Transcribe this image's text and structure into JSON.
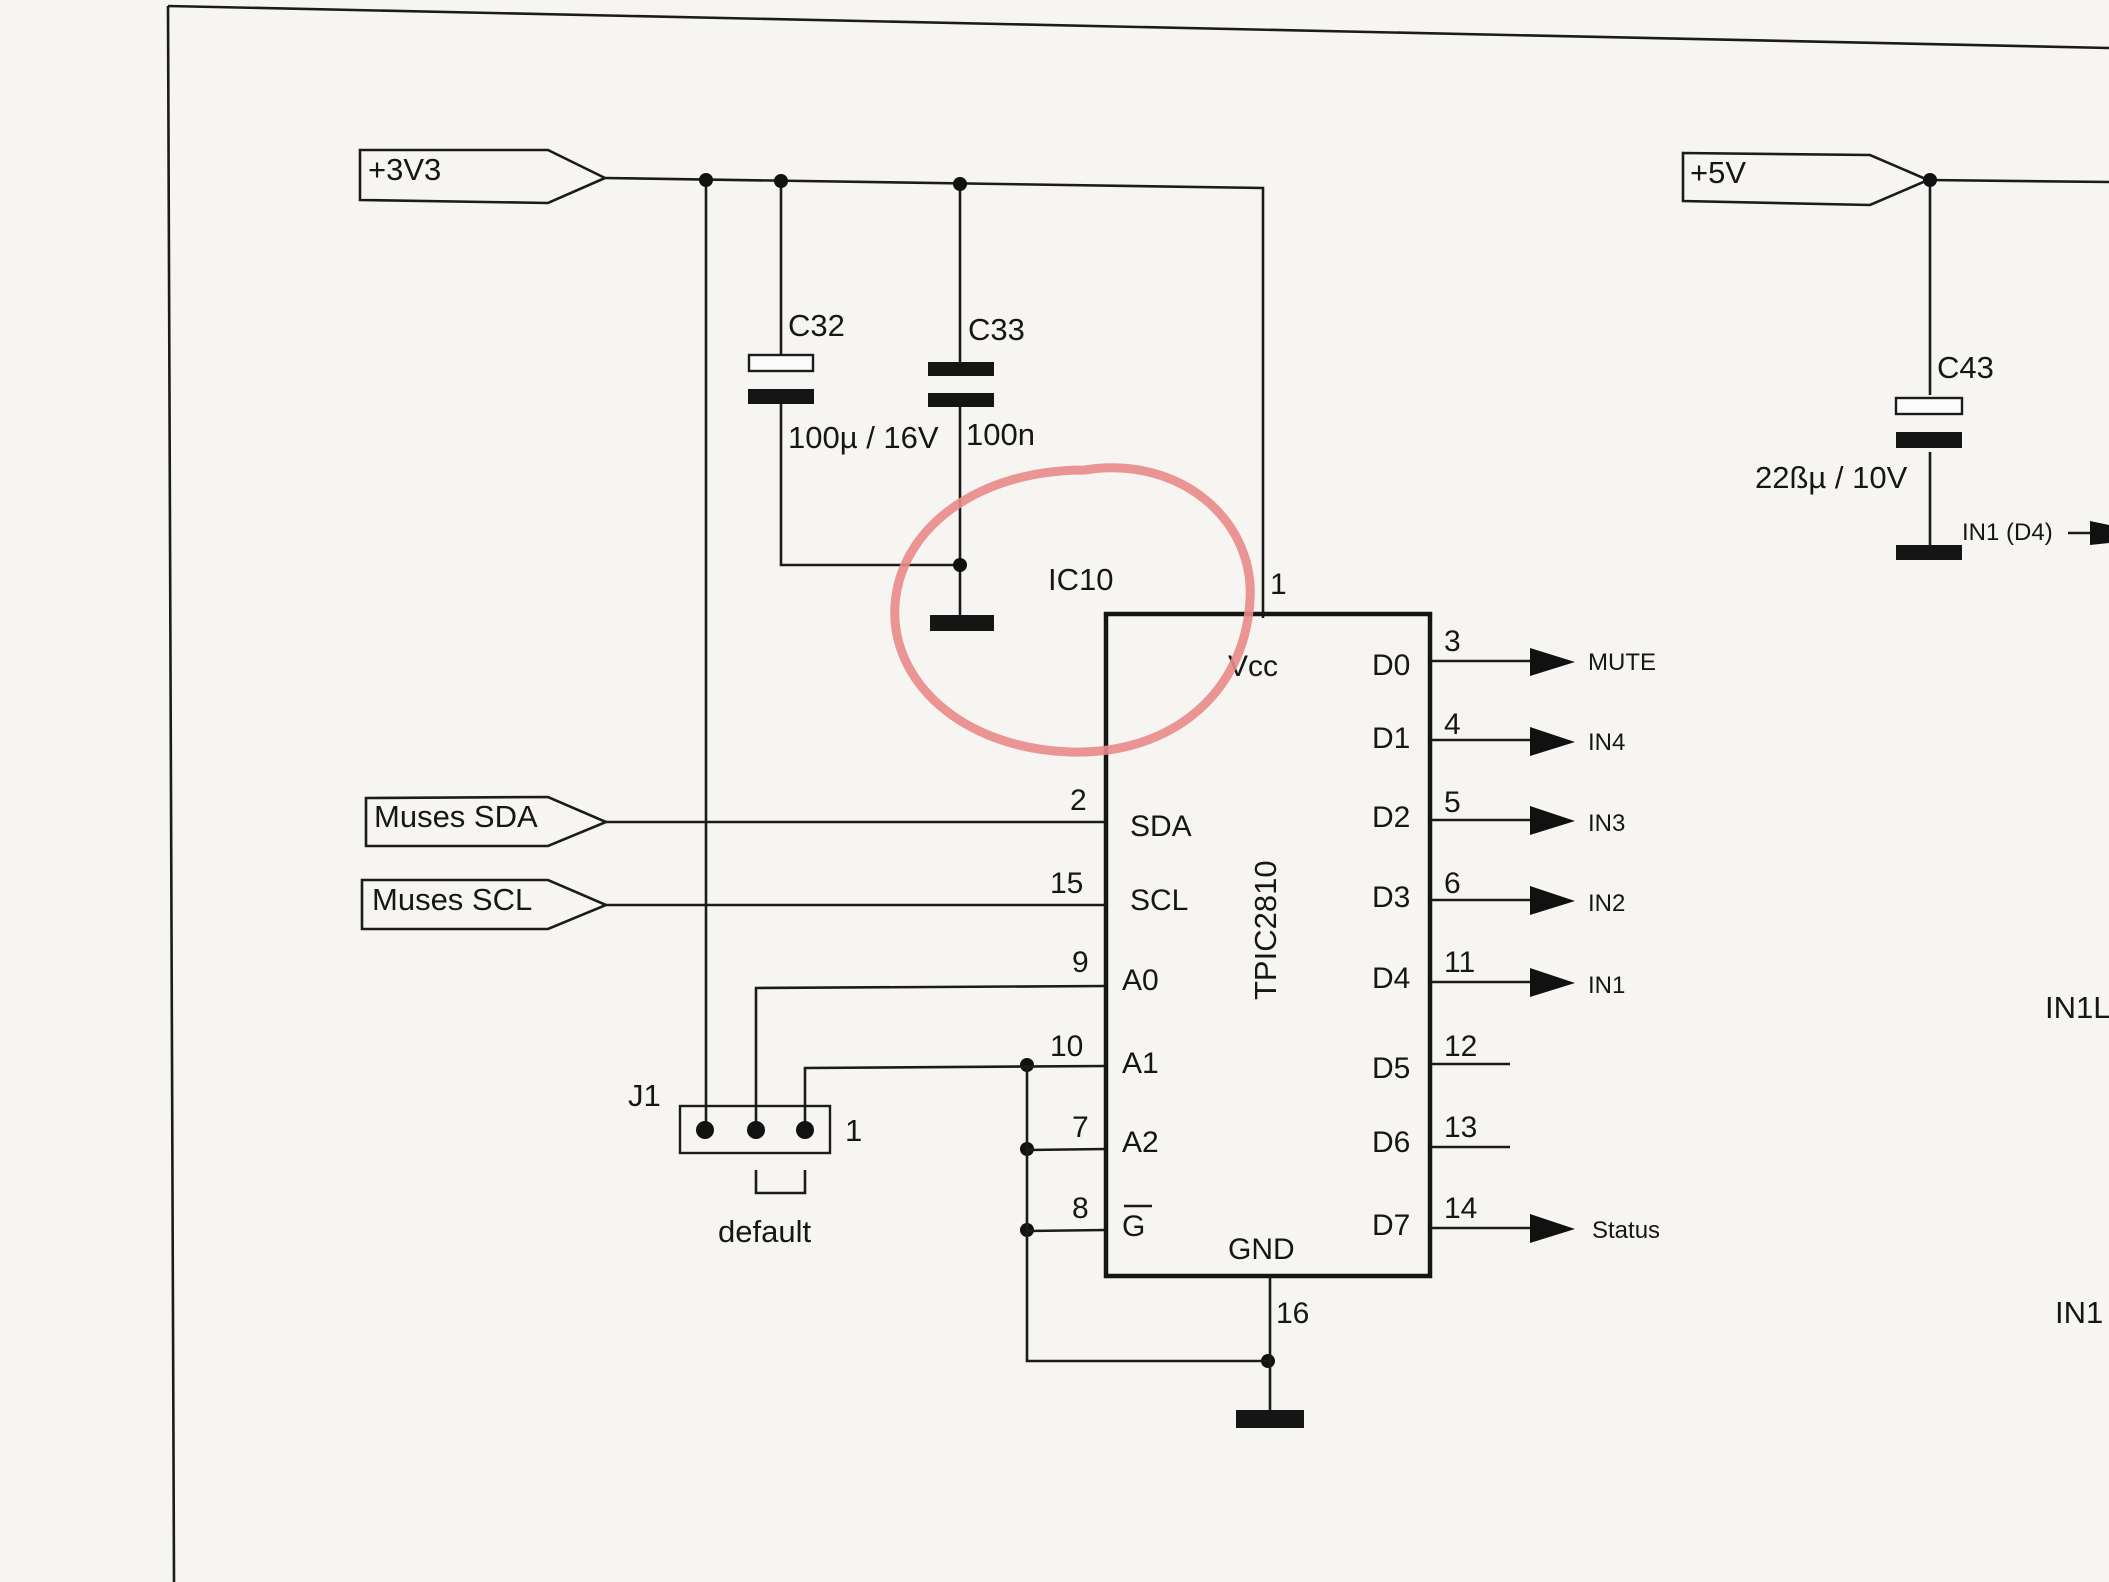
{
  "ports": {
    "v33": "+3V3",
    "v5": "+5V",
    "sda": "Muses SDA",
    "scl": "Muses SCL"
  },
  "capacitors": [
    {
      "ref": "C32",
      "value": "100µ / 16V"
    },
    {
      "ref": "C33",
      "value": "100n"
    },
    {
      "ref": "C43",
      "value": "22ßµ / 10V"
    }
  ],
  "ic": {
    "ref": "IC10",
    "part": "TPIC2810",
    "left_pins": [
      {
        "name": "SDA",
        "num": "2"
      },
      {
        "name": "SCL",
        "num": "15"
      },
      {
        "name": "A0",
        "num": "9"
      },
      {
        "name": "A1",
        "num": "10"
      },
      {
        "name": "A2",
        "num": "7"
      },
      {
        "name": "G",
        "num": "8"
      }
    ],
    "vcc": {
      "name": "Vcc",
      "num": "1"
    },
    "gnd": {
      "name": "GND",
      "num": "16"
    },
    "right_pins": [
      {
        "name": "D0",
        "num": "3",
        "signal": "MUTE"
      },
      {
        "name": "D1",
        "num": "4",
        "signal": "IN4"
      },
      {
        "name": "D2",
        "num": "5",
        "signal": "IN3"
      },
      {
        "name": "D3",
        "num": "6",
        "signal": "IN2"
      },
      {
        "name": "D4",
        "num": "11",
        "signal": "IN1"
      },
      {
        "name": "D5",
        "num": "12",
        "signal": ""
      },
      {
        "name": "D6",
        "num": "13",
        "signal": ""
      },
      {
        "name": "D7",
        "num": "14",
        "signal": "Status"
      }
    ]
  },
  "jumper": {
    "ref": "J1",
    "pin1": "1",
    "default": "default"
  },
  "right_side": {
    "in1_d4": "IN1 (D4)",
    "in1l": "IN1L",
    "in1": "IN1"
  },
  "colors": {
    "ink": "#1b1b1b",
    "paper": "#f6f5f1",
    "annotation": "#e98a8a"
  }
}
